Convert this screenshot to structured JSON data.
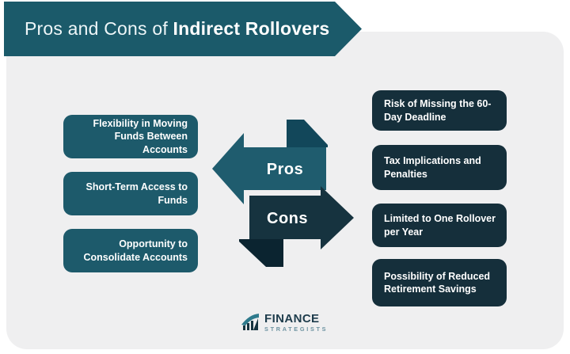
{
  "header": {
    "title_regular": "Pros and Cons of ",
    "title_bold": "Indirect Rollovers"
  },
  "pros": {
    "label": "Pros",
    "items": [
      "Flexibility in Moving Funds Between Accounts",
      "Short-Term Access to Funds",
      "Opportunity to Consolidate Accounts"
    ]
  },
  "cons": {
    "label": "Cons",
    "items": [
      "Risk of Missing the 60-Day Deadline",
      "Tax Implications and Penalties",
      "Limited to One Rollover per Year",
      "Possibility of Reduced Retirement Savings"
    ]
  },
  "logo": {
    "line1": "FINANCE",
    "line2": "STRATEGISTS",
    "icon": "bar-chart-swoosh-icon"
  },
  "colors": {
    "banner_bg": "#1b5a6a",
    "panel_bg": "#efeff0",
    "pros_box_bg": "#1d5a6b",
    "cons_box_bg": "#152f3b",
    "pros_arrow": "#1f5c6e",
    "pros_arrow_fold": "#12475a",
    "cons_arrow": "#16333f",
    "cons_arrow_fold": "#0b2430",
    "text_on_dark": "#ffffff",
    "logo_text_dark": "#1e3c4c",
    "logo_text_light": "#6d93a1"
  }
}
